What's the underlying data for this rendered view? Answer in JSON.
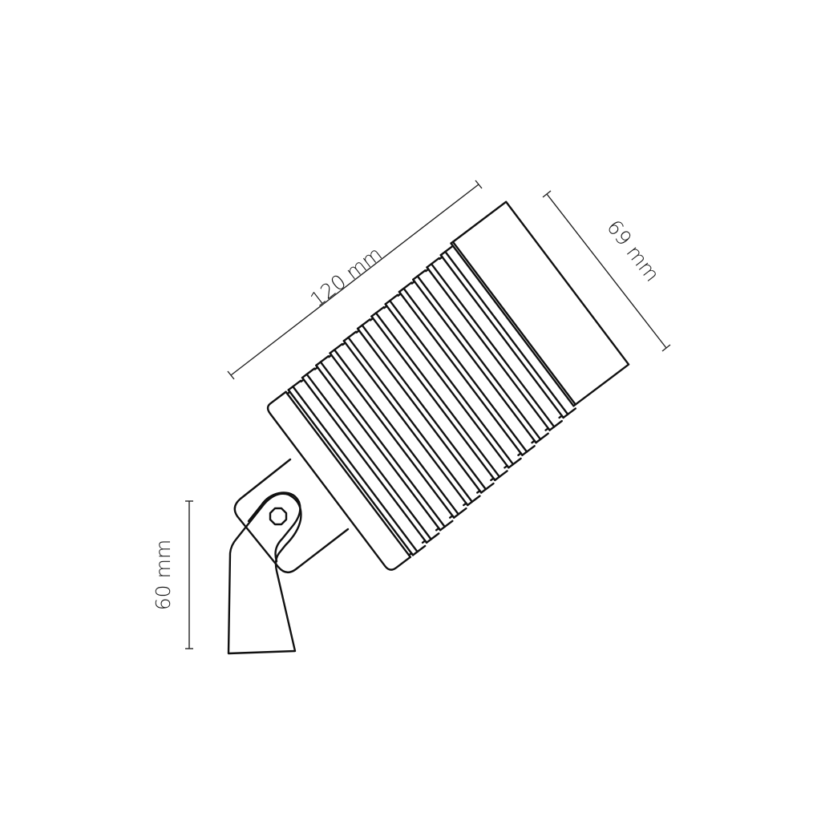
{
  "diagram": {
    "subject": "spotlight with ground stake",
    "dimensions": {
      "length": {
        "label": "120 mm",
        "value": 120,
        "unit": "mm"
      },
      "diameter": {
        "label": "69 mm",
        "value": 69,
        "unit": "mm"
      },
      "stake_height": {
        "label": "60 mm",
        "value": 60,
        "unit": "mm"
      }
    },
    "fin_count": 12,
    "colors": {
      "line": "#111111",
      "background": "#ffffff"
    }
  }
}
